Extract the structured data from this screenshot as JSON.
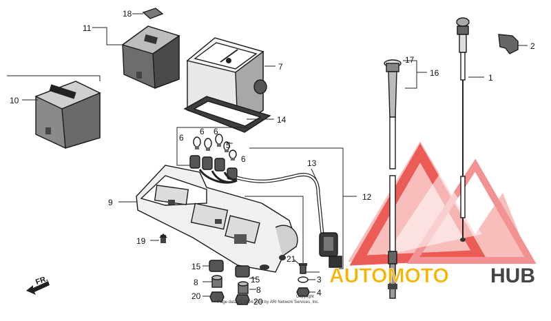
{
  "callouts": {
    "n1": "1",
    "n2": "2",
    "n3": "3",
    "n4": "4",
    "n5": "5",
    "n6a": "6",
    "n6b": "6",
    "n6c": "6",
    "n6d": "6",
    "n7": "7",
    "n8a": "8",
    "n8b": "8",
    "n9": "9",
    "n10": "10",
    "n11": "11",
    "n12": "12",
    "n13": "13",
    "n14": "14",
    "n15a": "15",
    "n15b": "15",
    "n16": "16",
    "n17": "17",
    "n18": "18",
    "n19": "19",
    "n20a": "20",
    "n20b": "20",
    "n21": "21"
  },
  "front_marker": "FR.",
  "footer": {
    "line1": "Copyright",
    "line2": "Page data (c) 1984-2004 by ARI Network Services, Inc."
  },
  "watermark": {
    "part1": "AUTOMOTO",
    "part2": "HUB",
    "colors": {
      "triangle": "#e8403a",
      "triangle_light": "#f5a0a0",
      "auto": "#f5b400",
      "moto": "#e8403a",
      "hub": "#444444"
    }
  },
  "colors": {
    "line": "#222222",
    "background": "#ffffff"
  }
}
